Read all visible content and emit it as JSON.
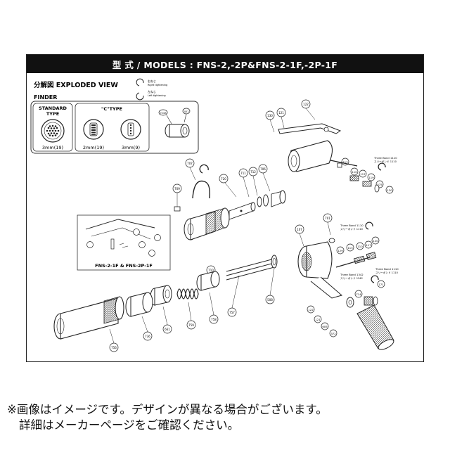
{
  "banner": {
    "title": "型 式 / MODELS : FNS-2,-2P&FNS-2-1F,-2P-1F"
  },
  "exploded": {
    "title": "分解図  EXPLODED VIEW",
    "legend_right": "右ねじ",
    "legend_right_en": "Right tightening",
    "legend_left": "左ねじ",
    "legend_left_en": "Left tightening"
  },
  "finder": {
    "title": "FINDER",
    "standard": "STANDARD",
    "type": "TYPE",
    "c_type": "\"C\"TYPE",
    "std_size": "3mm(19)",
    "c_size_1": "2mm(19)",
    "c_size_2": "3mm(9)",
    "part_a": "723A",
    "part_b": "401"
  },
  "inset": {
    "label": "FNS-2-1F & FNS-2P-1F"
  },
  "threebond": {
    "t1": "Three Bond 1110",
    "t1j": "スリーボンド 1110",
    "t2": "Three Bond 1110",
    "t2j": "スリーボンド 1110",
    "t3": "Three Bond 1342",
    "t3j": "スリーボンド 1342",
    "t4": "Three Bond 1110",
    "t4j": "スリーボンド 1110"
  },
  "parts": {
    "p130": "130",
    "p121a": "121",
    "p122a": "122",
    "p113": "113",
    "p110": "110",
    "p117": "117",
    "p119": "119",
    "p120a": "120",
    "p275": "275",
    "p709": "709",
    "p707": "707",
    "p711": "711",
    "p720": "720",
    "p706": "706",
    "p712": "712",
    "p710": "710",
    "p701": "701",
    "p107": "107",
    "p129": "129",
    "p113b": "113",
    "p110b": "110",
    "p117b": "117",
    "p120b": "120",
    "p508": "508",
    "p757": "757",
    "p758": "758",
    "p759": "759",
    "p661": "661",
    "p736": "736",
    "p756": "756",
    "p122b": "122",
    "p121b": "121",
    "p605": "605",
    "p372": "372",
    "p171": "171",
    "p714": "714"
  },
  "footer": {
    "line1": "※画像はイメージです。デザインが異なる場合がございます。",
    "line2": "詳細はメーカーページをご確認ください。"
  }
}
